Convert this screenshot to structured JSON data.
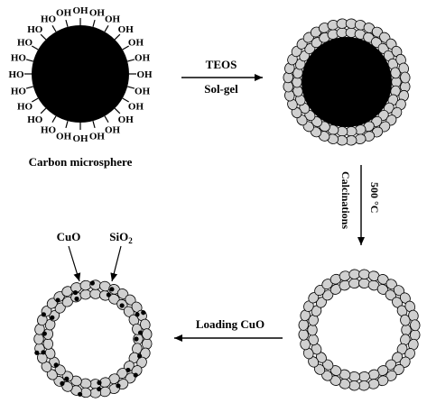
{
  "diagram": {
    "hydroxyl_label": "OH",
    "hydroxyl_label_left": "HO",
    "carbon_caption": "Carbon microsphere",
    "step1": {
      "reagent": "TEOS",
      "method": "Sol-gel"
    },
    "step2": {
      "temperature": "500",
      "degree": "°C",
      "method": "Calcinations"
    },
    "step3": {
      "method": "Loading CuO"
    },
    "labels": {
      "cuo": "CuO",
      "sio2_base": "SiO",
      "sio2_sub": "2"
    },
    "colors": {
      "core": "#000000",
      "silica_particle": "#d0d0d0",
      "cuo_particle": "#000000"
    }
  }
}
